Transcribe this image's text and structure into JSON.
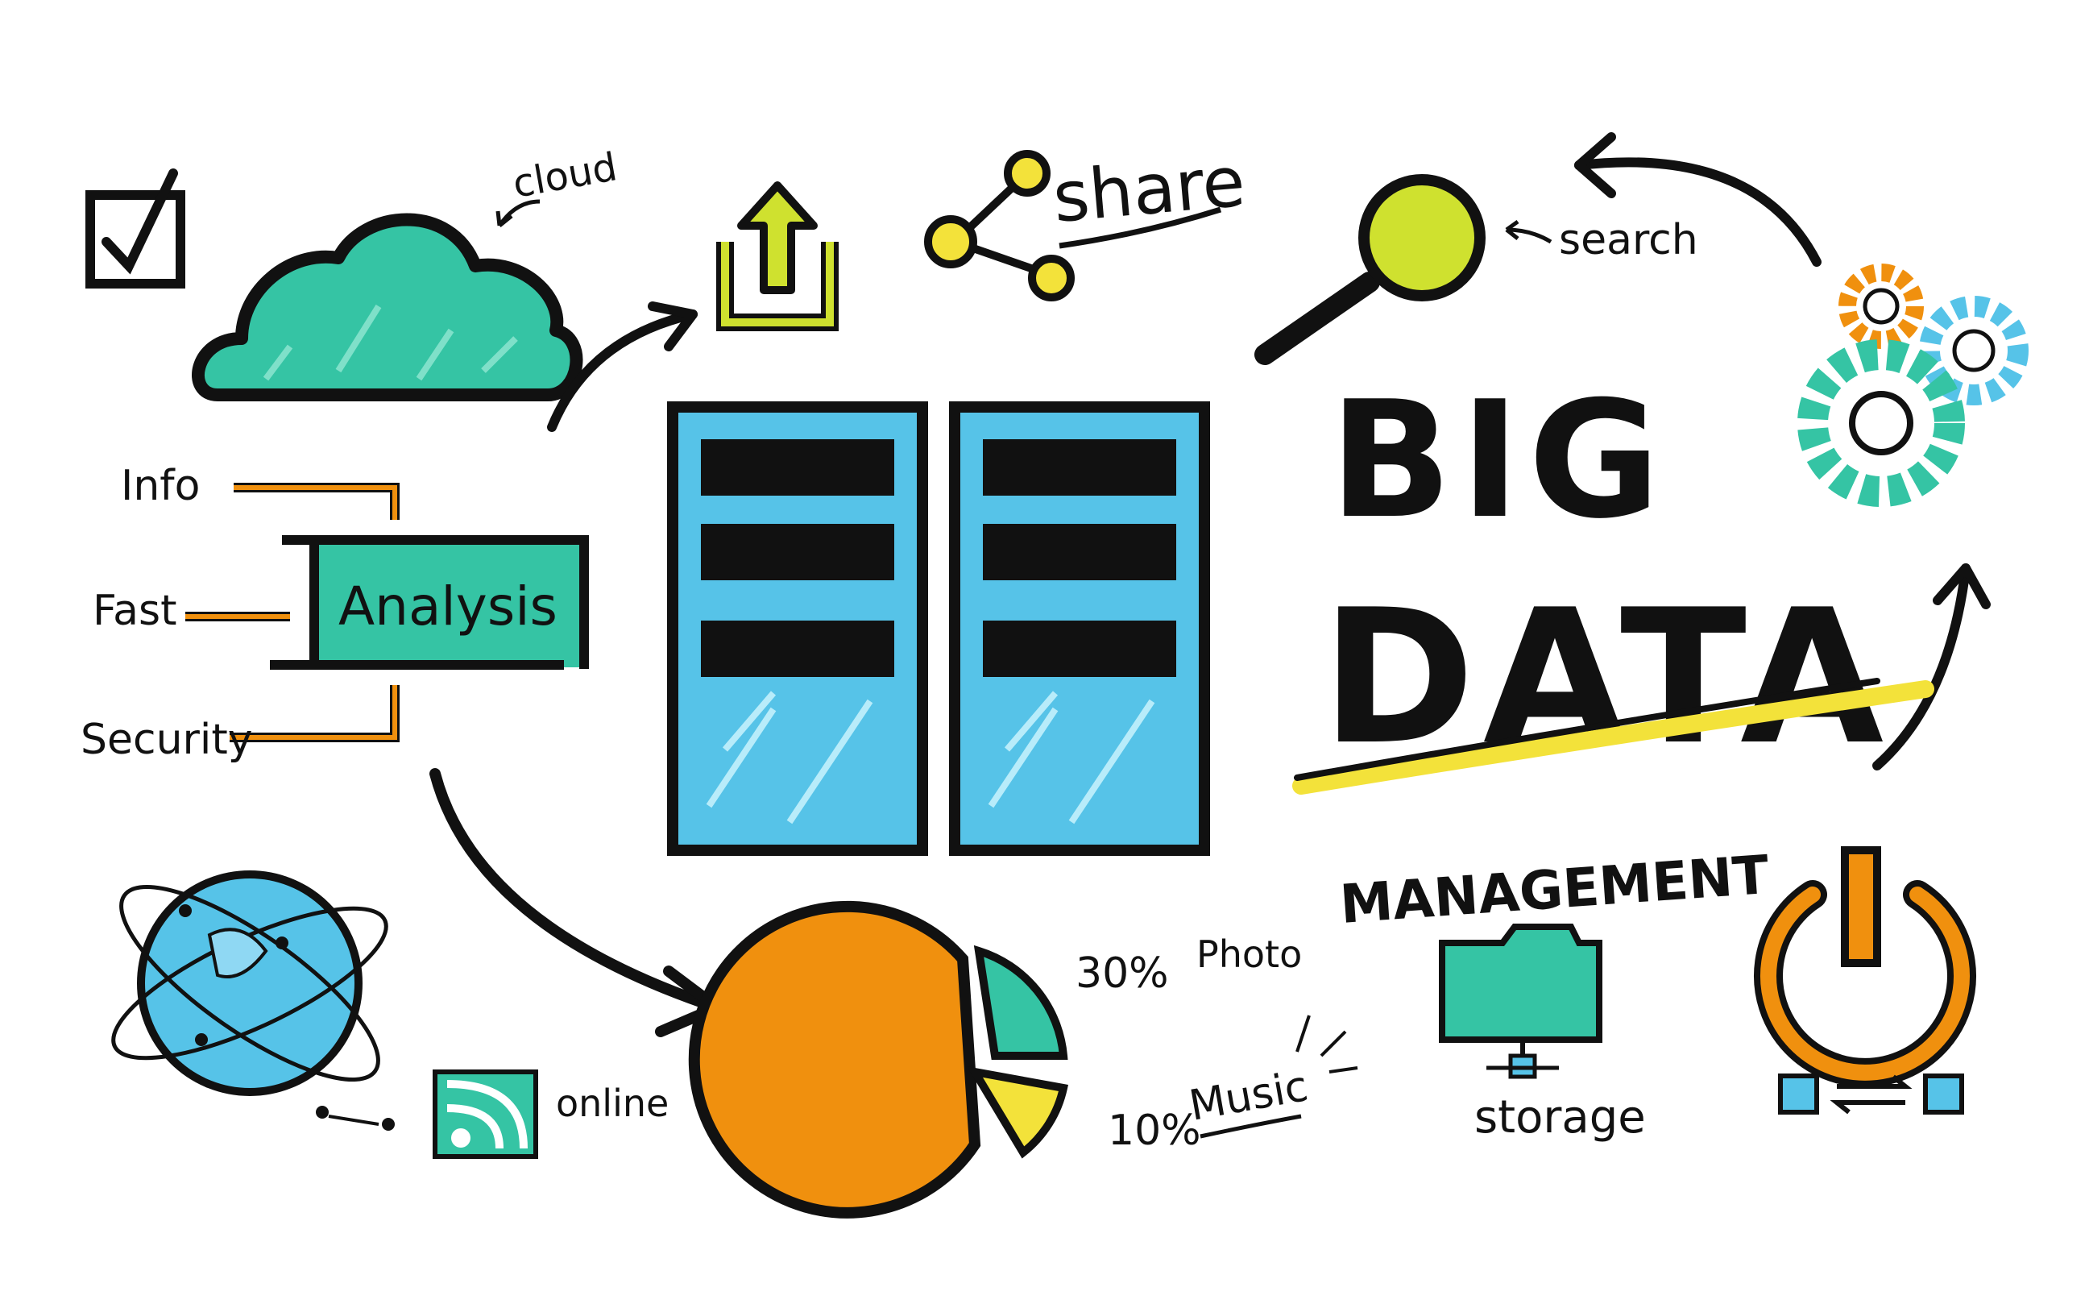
{
  "title": {
    "line1": "BIG",
    "line2": "DATA"
  },
  "subtitle": "MANAGEMENT",
  "labels": {
    "cloud": "cloud",
    "share": "share",
    "search": "search",
    "info": "Info",
    "analysis": "Analysis",
    "fast": "Fast",
    "security": "Security",
    "online": "online",
    "storage": "storage",
    "photo_pct": "30%",
    "photo": "Photo",
    "music_pct": "10%",
    "music": "Music"
  },
  "pie": {
    "photo_fraction": 0.3,
    "music_fraction": 0.1
  },
  "colors": {
    "ink": "#111111",
    "teal": "#35c4a4",
    "blue": "#56c3e8",
    "orange": "#f0900e",
    "lime": "#cfe12f",
    "yellow": "#f3e23a"
  },
  "icons": [
    "checkbox-icon",
    "cloud-icon",
    "upload-icon",
    "share-icon",
    "magnifier-icon",
    "gears-icon",
    "server-icon",
    "globe-icon",
    "wifi-icon",
    "pie-chart-icon",
    "folder-network-icon",
    "power-icon",
    "transfer-icon"
  ]
}
